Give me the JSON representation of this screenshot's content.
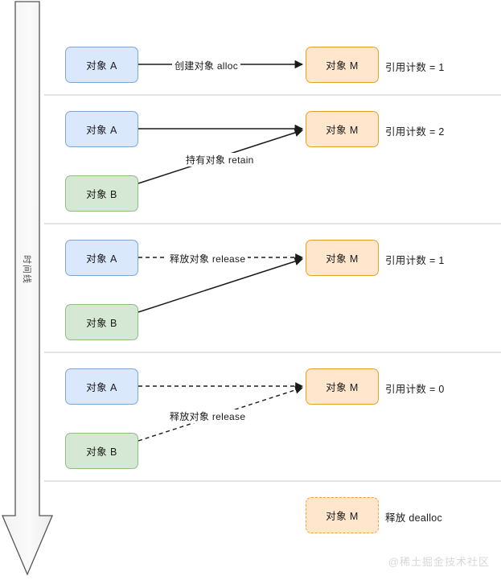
{
  "diagram": {
    "title_axis_label": "时间线",
    "watermark": "@稀土掘金技术社区",
    "colors": {
      "blue_fill": "#dae8fc",
      "blue_stroke": "#7ea6d8",
      "green_fill": "#d5e8d4",
      "green_stroke": "#8cc07e",
      "orange_fill": "#ffe6cc",
      "orange_stroke": "#e0a22c",
      "edge_stroke": "#1a1a1a",
      "separator": "#e4e4e4",
      "watermark": "#d8d8d8"
    },
    "stages": [
      {
        "id": "stage-alloc",
        "nodes": {
          "a": "对象 A",
          "m": "对象 M"
        },
        "edge_label": "创建对象 alloc",
        "edge_style": "solid",
        "ref_count_note": "引用计数 = 1"
      },
      {
        "id": "stage-retain",
        "nodes": {
          "a": "对象 A",
          "b": "对象 B",
          "m": "对象 M"
        },
        "edge_label": "持有对象 retain",
        "edge_style_a": "solid",
        "edge_style_b": "solid",
        "ref_count_note": "引用计数 = 2"
      },
      {
        "id": "stage-release-a",
        "nodes": {
          "a": "对象 A",
          "b": "对象 B",
          "m": "对象 M"
        },
        "edge_label": "释放对象 release",
        "edge_style_a": "dashed",
        "edge_style_b": "solid",
        "ref_count_note": "引用计数 = 1"
      },
      {
        "id": "stage-release-b",
        "nodes": {
          "a": "对象 A",
          "b": "对象 B",
          "m": "对象 M"
        },
        "edge_label": "释放对象 release",
        "edge_style_a": "dashed",
        "edge_style_b": "dashed",
        "ref_count_note": "引用计数 = 0"
      },
      {
        "id": "stage-dealloc",
        "nodes": {
          "m": "对象 M"
        },
        "ref_count_note": "释放 dealloc"
      }
    ]
  }
}
